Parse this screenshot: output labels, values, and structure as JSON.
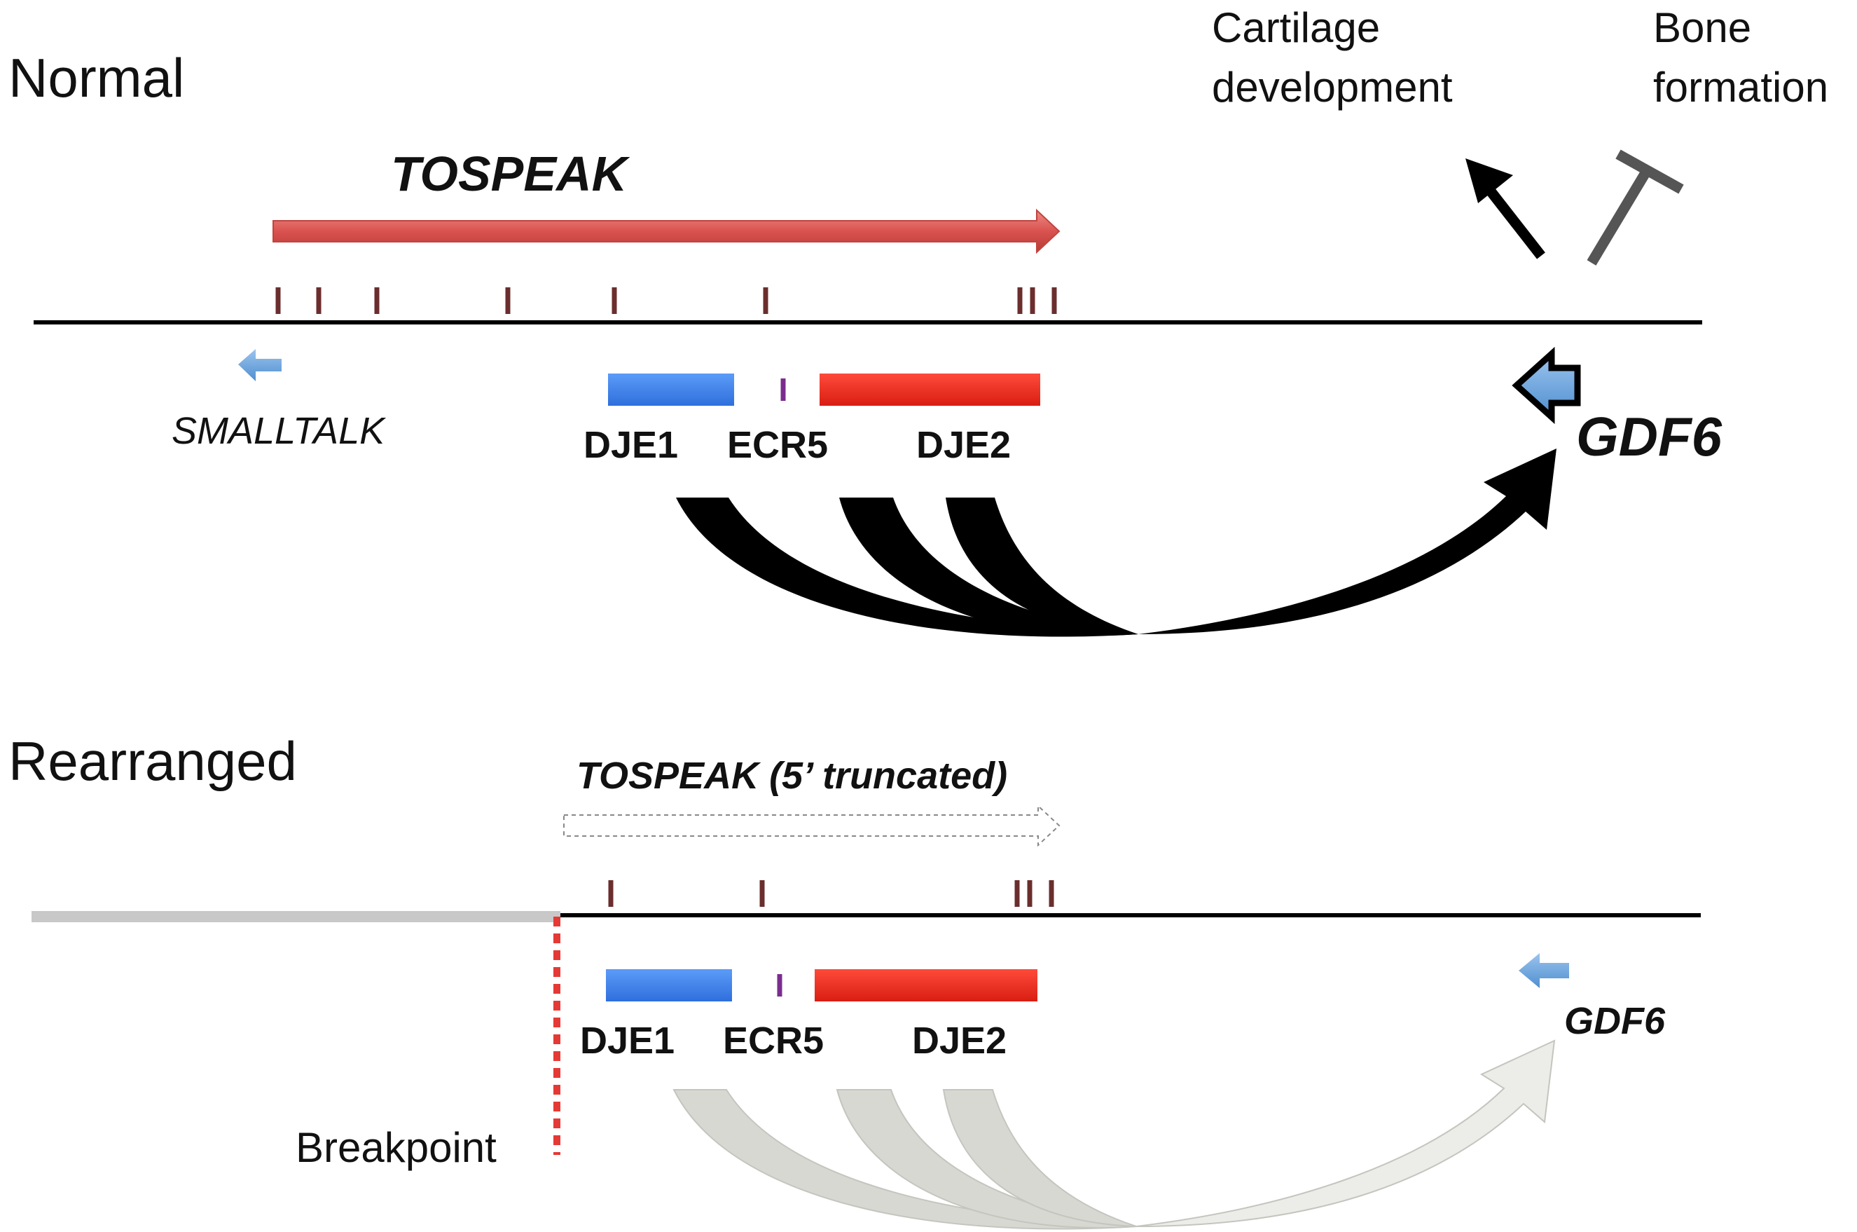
{
  "normal": {
    "title": "Normal",
    "tospeak_label": "TOSPEAK",
    "smalltalk_label": "SMALLTALK",
    "gdf6_label": "GDF6",
    "djE1_label": "DJE1",
    "ecr5_label": "ECR5",
    "djE2_label": "DJE2",
    "cartilage_line1": "Cartilage",
    "cartilage_line2": "development",
    "bone_line1": "Bone",
    "bone_line2": "formation"
  },
  "rearranged": {
    "title": "Rearranged",
    "tospeak_label": "TOSPEAK (5’ truncated)",
    "gdf6_label": "GDF6",
    "djE1_label": "DJE1",
    "ecr5_label": "ECR5",
    "djE2_label": "DJE2",
    "breakpoint_label": "Breakpoint"
  },
  "colors": {
    "tospeak_arrow": "#d9534f",
    "enhancer_blue": "#3b82f6",
    "enhancer_red": "#ee2b1e",
    "marker": "#6b2d2d",
    "ecr5_marker": "#7a2d8f",
    "gene_arrow": "#6fa8dc",
    "breakpoint": "#e53935",
    "rearranged_fan": "#d7d8d2"
  }
}
